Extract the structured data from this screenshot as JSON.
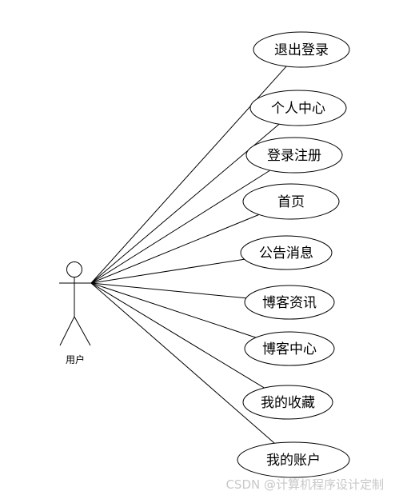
{
  "actor": {
    "label": "用户",
    "icon": "stick-figure-icon"
  },
  "use_cases": [
    {
      "id": "logout",
      "label": "退出登录"
    },
    {
      "id": "personal-center",
      "label": "个人中心"
    },
    {
      "id": "login-register",
      "label": "登录注册"
    },
    {
      "id": "home",
      "label": "首页"
    },
    {
      "id": "announcements",
      "label": "公告消息"
    },
    {
      "id": "blog-info",
      "label": "博客资讯"
    },
    {
      "id": "blog-center",
      "label": "博客中心"
    },
    {
      "id": "my-favorites",
      "label": "我的收藏"
    },
    {
      "id": "my-account",
      "label": "我的账户"
    }
  ],
  "watermark": "CSDN @计算机程序设计定制"
}
